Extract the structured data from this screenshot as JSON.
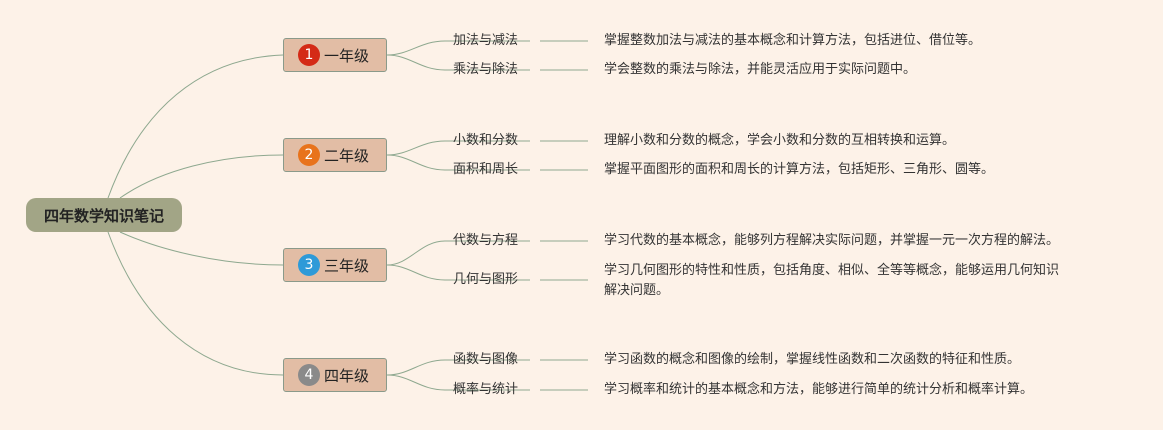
{
  "root": {
    "label": "四年数学知识笔记"
  },
  "colors": {
    "background": "#fdf2e8",
    "root_fill": "#a2a586",
    "grade_fill": "#e2bda5",
    "edge": "#8ea88f",
    "badge_1": "#d42a16",
    "badge_2": "#e8731c",
    "badge_3": "#2e9ad8",
    "badge_4": "#8a8a8a"
  },
  "grades": [
    {
      "number": "1",
      "label": "一年级",
      "topics": [
        {
          "label": "加法与减法",
          "desc": "掌握整数加法与减法的基本概念和计算方法，包括进位、借位等。"
        },
        {
          "label": "乘法与除法",
          "desc": "学会整数的乘法与除法，并能灵活应用于实际问题中。"
        }
      ]
    },
    {
      "number": "2",
      "label": "二年级",
      "topics": [
        {
          "label": "小数和分数",
          "desc": "理解小数和分数的概念，学会小数和分数的互相转换和运算。"
        },
        {
          "label": "面积和周长",
          "desc": "掌握平面图形的面积和周长的计算方法，包括矩形、三角形、圆等。"
        }
      ]
    },
    {
      "number": "3",
      "label": "三年级",
      "topics": [
        {
          "label": "代数与方程",
          "desc": "学习代数的基本概念，能够列方程解决实际问题，并掌握一元一次方程的解法。"
        },
        {
          "label": "几何与图形",
          "desc": "学习几何图形的特性和性质，包括角度、相似、全等等概念，能够运用几何知识",
          "desc2": "解决问题。"
        }
      ]
    },
    {
      "number": "4",
      "label": "四年级",
      "topics": [
        {
          "label": "函数与图像",
          "desc": "学习函数的概念和图像的绘制，掌握线性函数和二次函数的特征和性质。"
        },
        {
          "label": "概率与统计",
          "desc": "学习概率和统计的基本概念和方法，能够进行简单的统计分析和概率计算。"
        }
      ]
    }
  ]
}
